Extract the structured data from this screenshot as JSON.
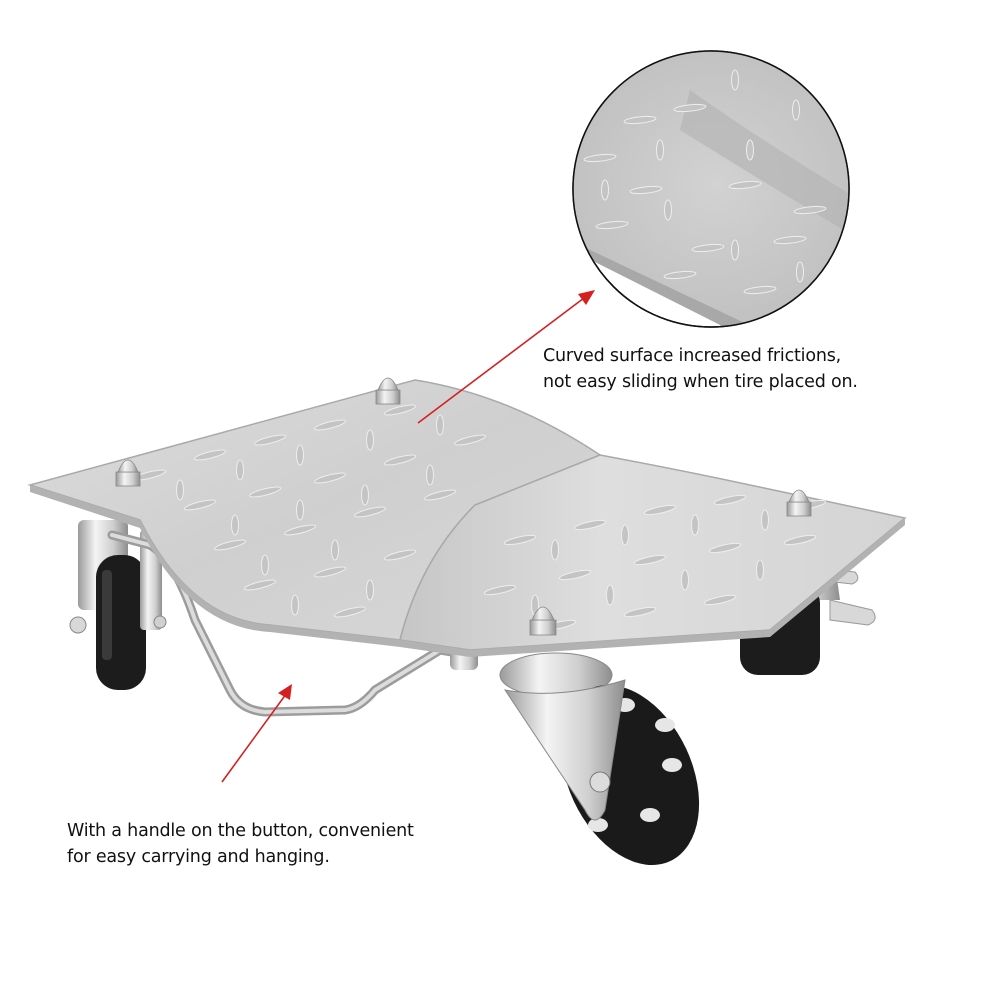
{
  "product": {
    "subject": "Wheel dolly with diamond-plate curved surface, handle and four caster wheels"
  },
  "annotations": [
    {
      "id": "curved-surface",
      "lines": [
        "Curved surface increased frictions,",
        "not easy sliding when tire placed on."
      ],
      "arrow_color": "#d42020"
    },
    {
      "id": "handle",
      "lines": [
        "With a handle on the button, convenient",
        "for easy carrying and hanging."
      ],
      "arrow_color": "#d42020"
    }
  ],
  "detail_inset": {
    "shape": "circle",
    "content": "close-up of diamond plate curved surface"
  },
  "colors": {
    "background": "#ffffff",
    "plate": "#d6d6d6",
    "plate_shadow": "#bcbcbc",
    "wheel": "#1a1a1a",
    "chrome": "#e8e8e8",
    "arrow": "#d42020",
    "text": "#111111"
  }
}
